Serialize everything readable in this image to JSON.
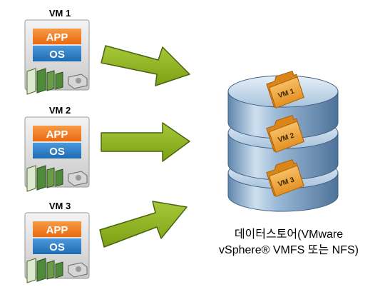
{
  "vms": [
    {
      "title": "VM 1",
      "app_label": "APP",
      "os_label": "OS",
      "folder_label": "VM 1"
    },
    {
      "title": "VM 2",
      "app_label": "APP",
      "os_label": "OS",
      "folder_label": "VM 2"
    },
    {
      "title": "VM 3",
      "app_label": "APP",
      "os_label": "OS",
      "folder_label": "VM 3"
    }
  ],
  "datastore": {
    "caption_line1": "데이터스토어(VMware",
    "caption_line2": "vSphere® VMFS 또는 NFS)"
  },
  "colors": {
    "app_orange": "#f07a20",
    "os_blue": "#2b7dc9",
    "arrow_green": "#8db41e",
    "cylinder_blue": "#7fa3c6",
    "folder_orange": "#f2a43a"
  },
  "icons": [
    "vm-box-icon",
    "chip-icon",
    "hard-disk-icon",
    "arrow-icon",
    "database-cylinder-icon",
    "folder-icon"
  ]
}
